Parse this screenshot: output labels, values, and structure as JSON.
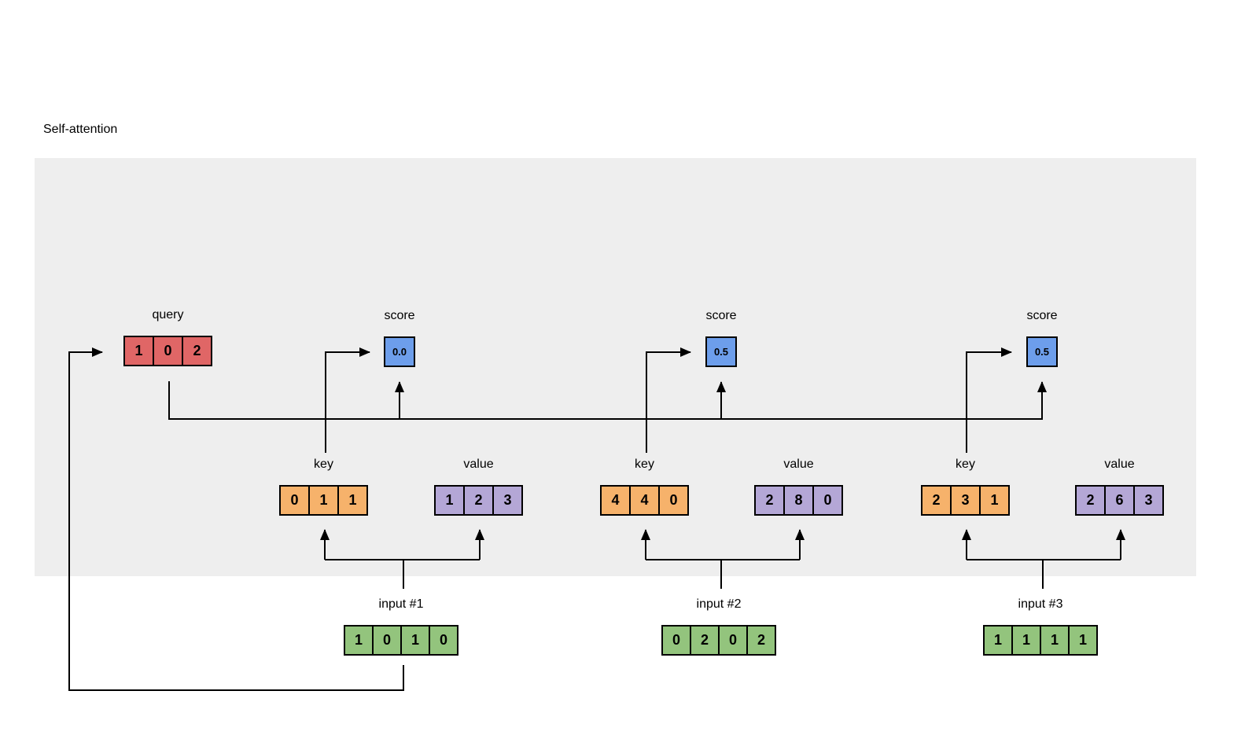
{
  "title": "Self-attention",
  "colors": {
    "red": "#e06666",
    "blue": "#6d9eeb",
    "orange": "#f6b26b",
    "purple": "#b4a7d6",
    "green": "#93c47d",
    "panel": "#eeeeee",
    "line": "#000000"
  },
  "query": {
    "label": "query",
    "values": [
      "1",
      "0",
      "2"
    ]
  },
  "scores": [
    {
      "label": "score",
      "value": "0.0"
    },
    {
      "label": "score",
      "value": "0.5"
    },
    {
      "label": "score",
      "value": "0.5"
    }
  ],
  "keys": [
    {
      "label": "key",
      "values": [
        "0",
        "1",
        "1"
      ]
    },
    {
      "label": "key",
      "values": [
        "4",
        "4",
        "0"
      ]
    },
    {
      "label": "key",
      "values": [
        "2",
        "3",
        "1"
      ]
    }
  ],
  "value_vectors": [
    {
      "label": "value",
      "values": [
        "1",
        "2",
        "3"
      ]
    },
    {
      "label": "value",
      "values": [
        "2",
        "8",
        "0"
      ]
    },
    {
      "label": "value",
      "values": [
        "2",
        "6",
        "3"
      ]
    }
  ],
  "inputs": [
    {
      "label": "input #1",
      "values": [
        "1",
        "0",
        "1",
        "0"
      ]
    },
    {
      "label": "input #2",
      "values": [
        "0",
        "2",
        "0",
        "2"
      ]
    },
    {
      "label": "input #3",
      "values": [
        "1",
        "1",
        "1",
        "1"
      ]
    }
  ]
}
